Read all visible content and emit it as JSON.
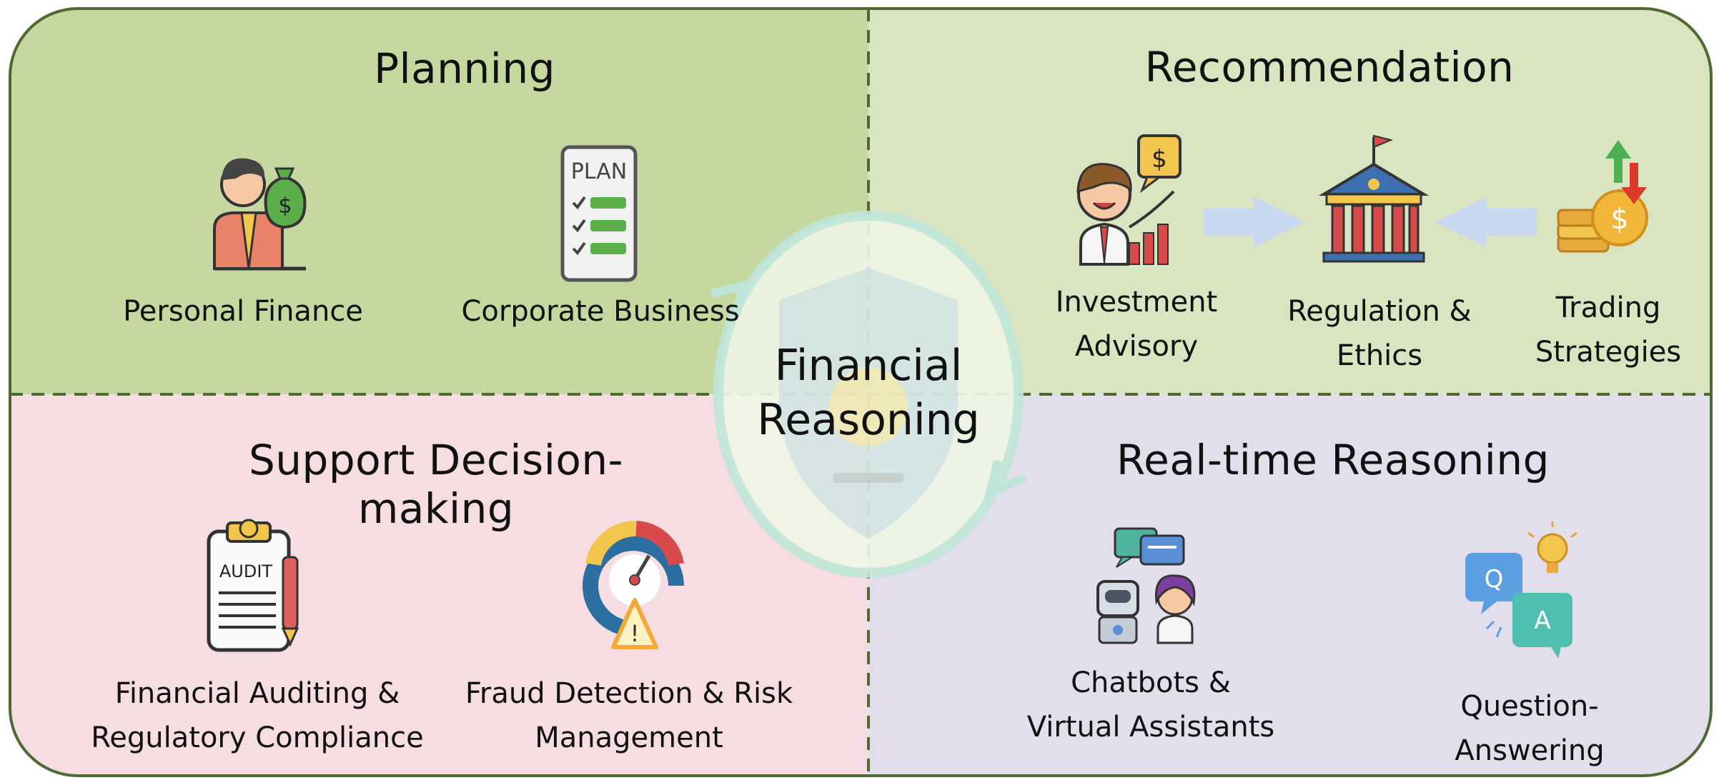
{
  "center": {
    "line1": "Financial",
    "line2": "Reasoning"
  },
  "planning": {
    "title": "Planning",
    "items": [
      {
        "label": "Personal Finance",
        "icon": "person-money-bag-icon"
      },
      {
        "label": "Corporate Business",
        "icon": "plan-checklist-icon",
        "icon_text": "PLAN"
      }
    ]
  },
  "recommendation": {
    "title": "Recommendation",
    "items": [
      {
        "line1": "Investment",
        "line2": "Advisory",
        "icon": "investor-growth-chart-icon",
        "icon_text": "$"
      },
      {
        "label": "Regulation & Ethics",
        "icon": "bank-building-icon"
      },
      {
        "line1": "Trading",
        "line2": "Strategies",
        "icon": "coins-arrows-icon",
        "icon_text": "$"
      }
    ]
  },
  "support": {
    "title": "Support Decision-making",
    "items": [
      {
        "line1": "Financial Auditing &",
        "line2": "Regulatory Compliance",
        "icon": "audit-clipboard-icon",
        "icon_text": "AUDIT"
      },
      {
        "line1": "Fraud Detection & Risk",
        "line2": "Management",
        "icon": "risk-gauge-icon",
        "icon_text": "!"
      }
    ]
  },
  "realtime": {
    "title": "Real-time Reasoning",
    "items": [
      {
        "line1": "Chatbots &",
        "line2": "Virtual Assistants",
        "icon": "robot-assistant-icon"
      },
      {
        "label": "Question-Answering",
        "icon": "qa-bubbles-icon",
        "q_text": "Q",
        "a_text": "A"
      }
    ]
  },
  "colors": {
    "planning_bg": "#c5d8a0",
    "recommendation_bg": "#d8e5c0",
    "support_bg": "#f5dde1",
    "realtime_bg": "#e3deec",
    "border": "#4f6a30",
    "arrow": "#c8d8f0"
  }
}
